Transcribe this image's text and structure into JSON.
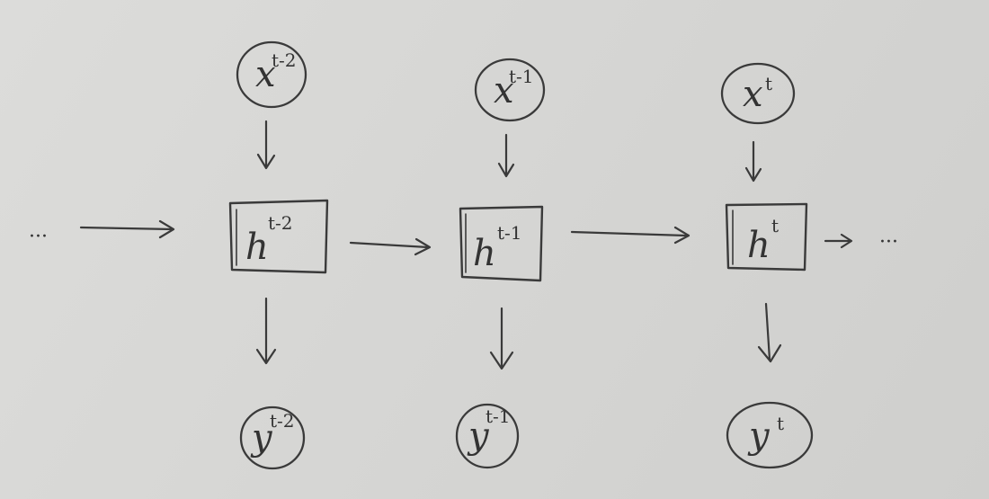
{
  "colors": {
    "ink": "#3a3a3a",
    "paper": "#d8d8d6"
  },
  "leading_dots": "···",
  "trailing_dots": "···",
  "steps": [
    {
      "input": {
        "base": "x",
        "sup": "t-2"
      },
      "hidden": {
        "base": "h",
        "sup": "t-2"
      },
      "output": {
        "base": "y",
        "sup": "t-2"
      }
    },
    {
      "input": {
        "base": "x",
        "sup": "t-1"
      },
      "hidden": {
        "base": "h",
        "sup": "t-1"
      },
      "output": {
        "base": "y",
        "sup": "t-1"
      }
    },
    {
      "input": {
        "base": "x",
        "sup": "t"
      },
      "hidden": {
        "base": "h",
        "sup": "t"
      },
      "output": {
        "base": "y",
        "sup": "t"
      }
    }
  ]
}
